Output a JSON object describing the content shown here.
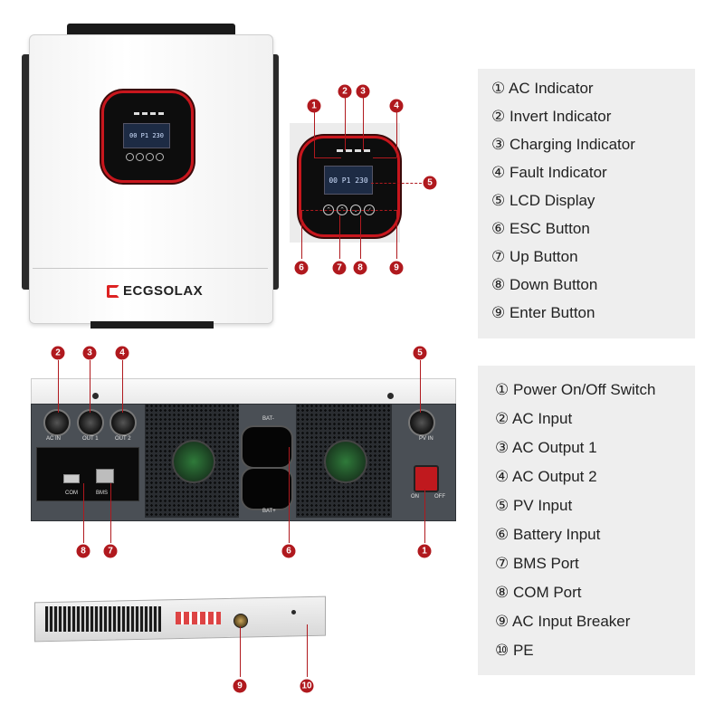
{
  "brand": "ECGSOLAX",
  "lcd_text": "00 P1 230",
  "panel_legend": [
    "① AC Indicator",
    "② Invert Indicator",
    "③ Charging Indicator",
    "④ Fault Indicator",
    "⑤ LCD Display",
    "⑥ ESC Button",
    "⑦ Up Button",
    "⑧ Down Button",
    "⑨ Enter Button"
  ],
  "rear_legend": [
    "① Power On/Off Switch",
    "② AC Input",
    "③ AC Output 1",
    "④ AC Output 2",
    "⑤ PV Input",
    "⑥ Battery Input",
    "⑦ BMS Port",
    "⑧ COM Port",
    "⑨ AC Input Breaker",
    "⑩ PE"
  ],
  "rear_labels": {
    "ac_in": "AC IN",
    "out1": "OUT 1",
    "out2": "OUT 2",
    "pv_in": "PV IN",
    "com": "COM",
    "bms": "BMS",
    "bat_minus": "BAT-",
    "bat_plus": "BAT+",
    "on": "ON",
    "off": "OFF"
  },
  "markers": {
    "panel": [
      "1",
      "2",
      "3",
      "4",
      "5",
      "6",
      "7",
      "8",
      "9"
    ],
    "rear": [
      "2",
      "3",
      "4",
      "5",
      "8",
      "7",
      "6",
      "1"
    ],
    "side": [
      "9",
      "10"
    ]
  },
  "colors": {
    "accent": "#b0191e",
    "panel_ring": "#c8161d",
    "legend_bg": "#eeeeee"
  }
}
